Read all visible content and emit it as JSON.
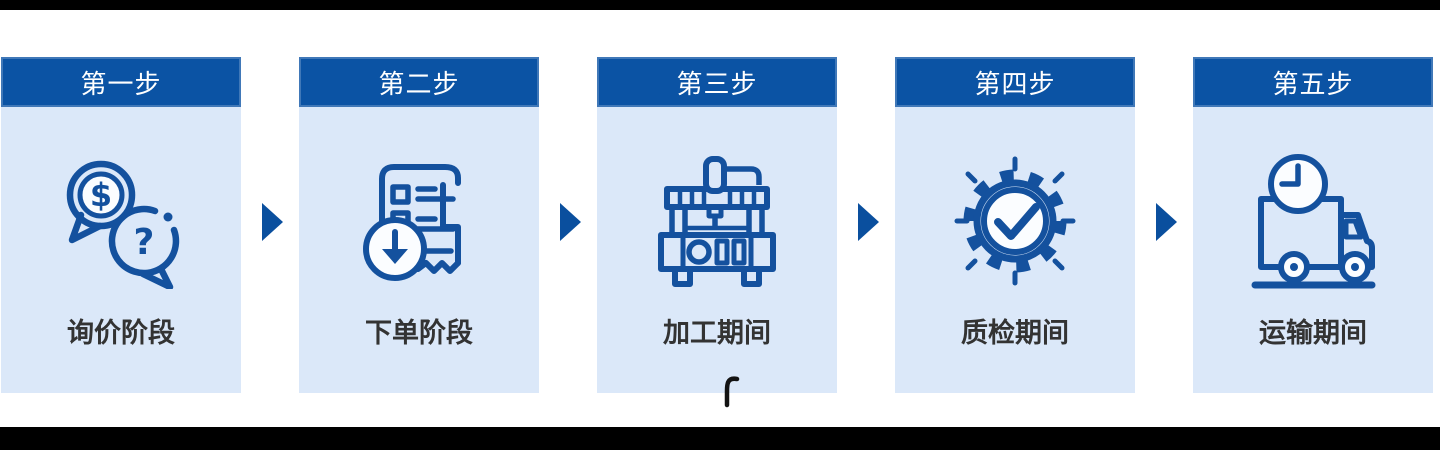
{
  "colors": {
    "page_bg": "#ffffff",
    "frame_bar": "#000000",
    "header_bg": "#0b53a4",
    "header_text": "#ffffff",
    "card_bg": "#dbe8f9",
    "icon_stroke": "#14519e",
    "arrow": "#0a4f9e",
    "label_text": "#333333"
  },
  "steps": [
    {
      "header": "第一步",
      "label": "询价阶段",
      "icon": "price-inquiry-chat-bubbles-icon"
    },
    {
      "header": "第二步",
      "label": "下单阶段",
      "icon": "order-document-download-icon"
    },
    {
      "header": "第三步",
      "label": "加工期间",
      "icon": "cnc-machine-icon"
    },
    {
      "header": "第四步",
      "label": "质检期间",
      "icon": "gear-checkmark-icon"
    },
    {
      "header": "第五步",
      "label": "运输期间",
      "icon": "delivery-truck-clock-icon"
    }
  ],
  "icon_glyphs": {
    "currency": "$",
    "question": "?"
  },
  "artifact": {
    "shape": "ʃ",
    "note": "cropped dark glyph below step-3 card"
  }
}
